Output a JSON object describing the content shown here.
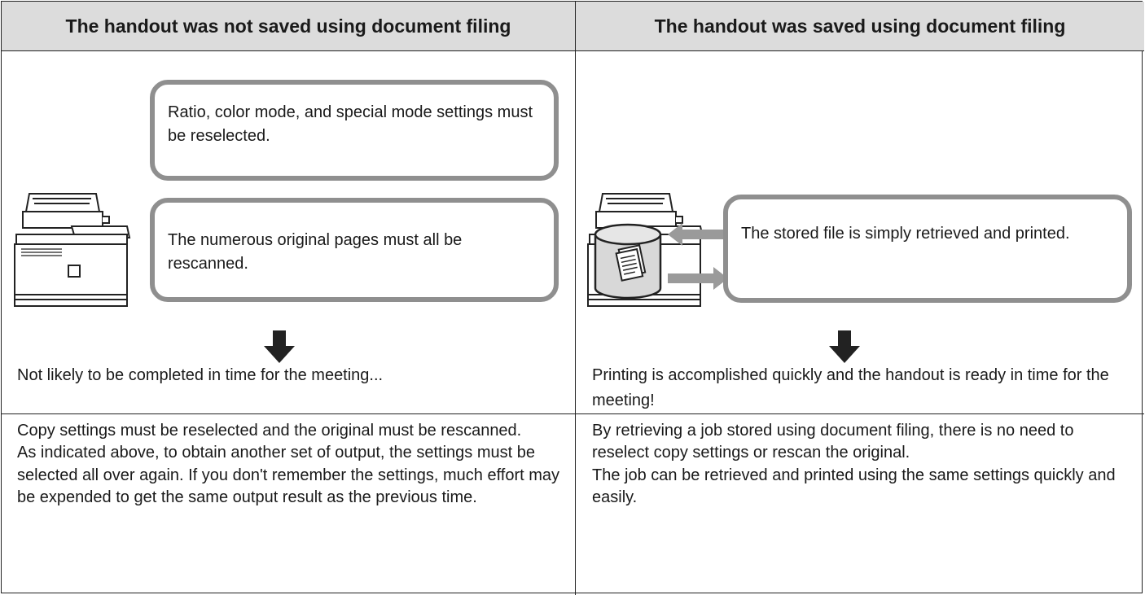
{
  "columns": [
    {
      "heading": "The handout was not saved using document filing",
      "bubbles": [
        "Ratio, color mode, and special mode settings must be reselected.",
        "The numerous original pages must all be rescanned."
      ],
      "result": "Not likely to be completed in time for the meeting...",
      "explanation": [
        "Copy settings must be reselected and the original must be rescanned.",
        "As indicated above, to obtain another set of output, the settings must be selected all over again. If you don't remember the settings, much effort may be expended to get the same output result as the previous time."
      ]
    },
    {
      "heading": "The handout was saved using document filing",
      "bubbles": [
        "The stored file is simply retrieved and printed."
      ],
      "result": "Printing is accomplished quickly and the handout is ready in time for the meeting!",
      "explanation": [
        "By retrieving a job stored using document filing, there is no need to reselect copy settings or rescan the original.",
        "The job can be retrieved and printed using the same settings quickly and easily."
      ]
    }
  ],
  "icons": [
    "printer-icon",
    "storage-cylinder-icon",
    "document-icon",
    "arrow-down-icon",
    "arrow-left-icon",
    "arrow-right-icon"
  ],
  "colors": {
    "header_bg": "#dcdcdc",
    "bubble_border": "#8f8f8f",
    "arrow_gray": "#9a9a9a",
    "arrow_dark": "#222222"
  }
}
